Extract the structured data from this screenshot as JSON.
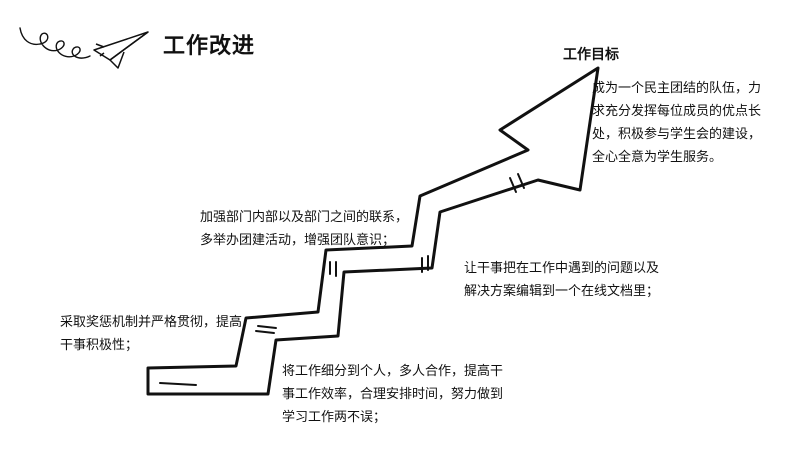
{
  "slide": {
    "title": "工作改进",
    "goal": {
      "title": "工作目标",
      "text": "成为一个民主团结的队伍，力求充分发挥每位成员的优点长处，积极参与学生会的建设，全心全意为学生服务。"
    },
    "steps": [
      {
        "text": "采取奖惩机制并严格贯彻，提高干事积极性；"
      },
      {
        "text": "加强部门内部以及部门之间的联系，多举办团建活动，增强团队意识；"
      },
      {
        "text": "将工作细分到个人，多人合作，提高干事工作效率，合理安排时间，努力做到学习工作两不误；"
      },
      {
        "text": "让干事把在工作中遇到的问题以及解决方案编辑到一个在线文档里；"
      }
    ],
    "colors": {
      "ink": "#111111",
      "background": "#ffffff"
    },
    "icons": {
      "doodle": "loop-line-doodle",
      "plane": "paper-plane-icon",
      "arrow": "staircase-arrow"
    }
  }
}
